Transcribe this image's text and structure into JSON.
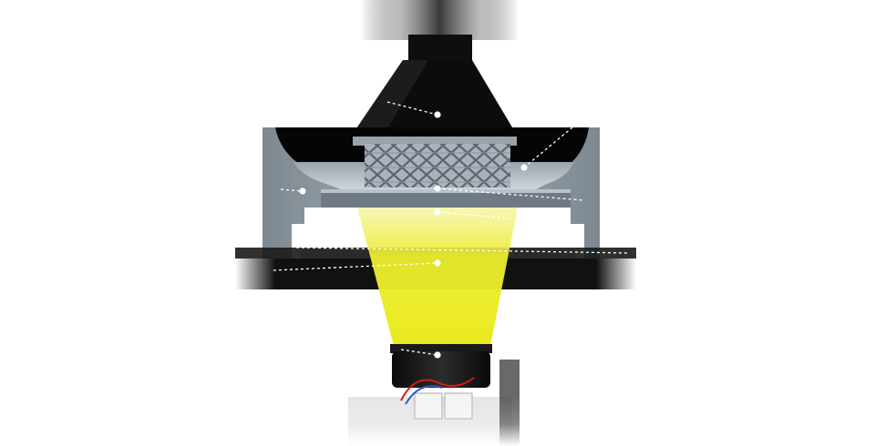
{
  "diagram": {
    "kind": "sla-3d-printer-cross-section",
    "components": [
      "build-platform",
      "printed-part",
      "resin-vat",
      "resin",
      "vat-film",
      "glass-plate",
      "uv-light-beam",
      "projector-lens",
      "projector-board"
    ],
    "colors": {
      "background": "#ffffff",
      "platform": "#0c0c0c",
      "vat_frame": "#8f9aa3",
      "vat_inner": "#050505",
      "resin": "#c5cdd6",
      "lattice": "#6e7680",
      "light_beam": "#ecec2a",
      "leader_line": "#ffffff",
      "circuit_board": "#e8e8e8",
      "wire_red": "#d21b1b"
    }
  }
}
